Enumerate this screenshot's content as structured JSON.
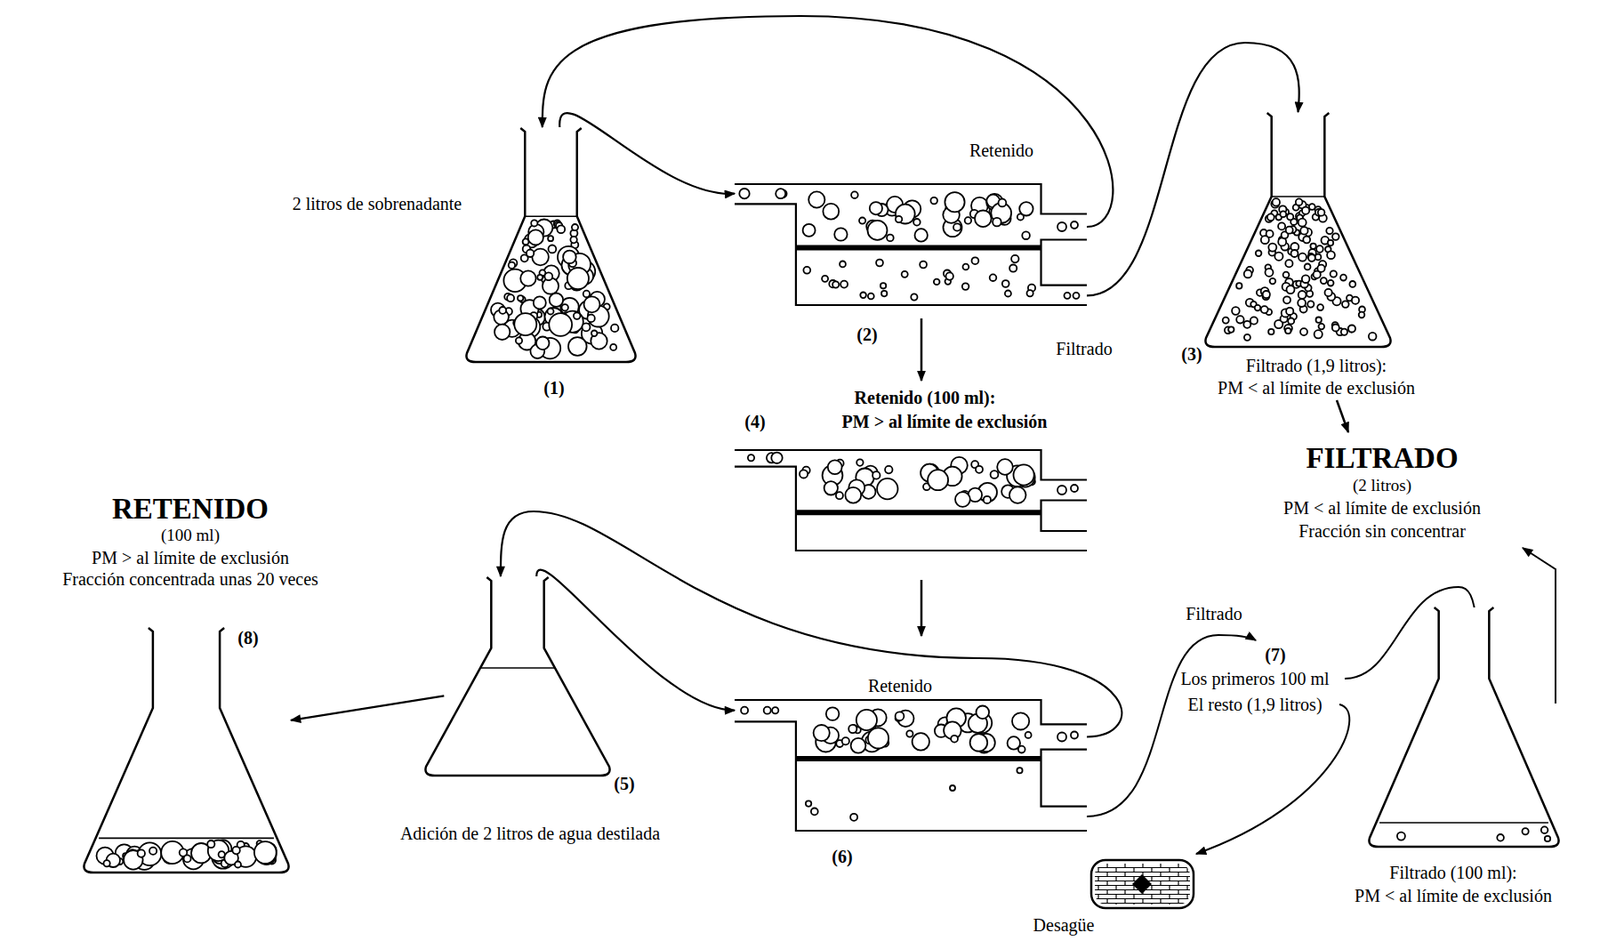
{
  "diagram": {
    "nodes": [
      {
        "text": [
          "(1)"
        ]
      },
      {
        "text": [
          "(2)"
        ]
      },
      {
        "text": [
          "(3)"
        ]
      },
      {
        "text": [
          "(5)"
        ]
      },
      {
        "text": [
          "(6)"
        ]
      },
      {
        "text": [
          "(8)"
        ]
      }
    ],
    "edges": [
      {
        "from": 0,
        "to": 1,
        "arrow": "to"
      },
      {
        "from": 1,
        "to": 0,
        "label": "Retenido",
        "arrow": "to"
      },
      {
        "from": 1,
        "to": 2,
        "label": "Filtrado",
        "arrow": "to"
      },
      {
        "from": 3,
        "to": 4,
        "arrow": "to"
      },
      {
        "from": 4,
        "to": 3,
        "label": "Retenido",
        "arrow": "to"
      },
      {
        "from": 3,
        "to": 5,
        "arrow": "to"
      }
    ],
    "labels": [
      "2 litros de sobrenadante",
      "Filtrado (1,9 litros):",
      "PM < al límite de exclusión",
      "Retenido (100 ml):",
      "(4)",
      "PM > al límite de exclusión",
      "FILTRADO",
      "(2 litros)",
      "PM < al límite de exclusión",
      "Fracción sin concentrar",
      "RETENIDO",
      "(100 ml)",
      "PM > al límite de exclusión",
      "Fracción concentrada unas 20 veces",
      "Adición de 2 litros de agua destilada",
      "Filtrado",
      "(7)",
      "Los primeros 100 ml",
      "El resto (1,9 litros)",
      "Filtrado (100 ml):",
      "PM < al límite de exclusión",
      "Desagüe"
    ]
  }
}
